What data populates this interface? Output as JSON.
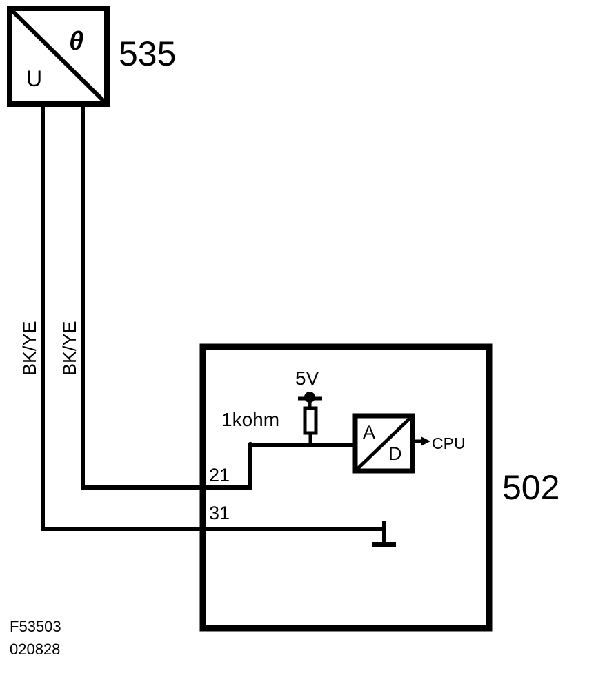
{
  "sensor": {
    "id": "535",
    "symbol_theta": "θ",
    "symbol_u": "U"
  },
  "control_unit": {
    "id": "502",
    "pin_signal": "21",
    "pin_ground": "31",
    "supply_label": "5V",
    "resistor_label": "1kohm",
    "adc_a": "A",
    "adc_d": "D",
    "output_label": "CPU"
  },
  "wires": [
    {
      "label": "BK/YE"
    },
    {
      "label": "BK/YE"
    }
  ],
  "footer": {
    "figure_code": "F53503",
    "date_code": "020828"
  },
  "icons": [
    "sensor-converter-icon",
    "resistor-icon",
    "ad-converter-icon",
    "ground-icon",
    "arrow-right-icon"
  ],
  "colors": {
    "ink": "#000000",
    "paper": "#ffffff"
  }
}
